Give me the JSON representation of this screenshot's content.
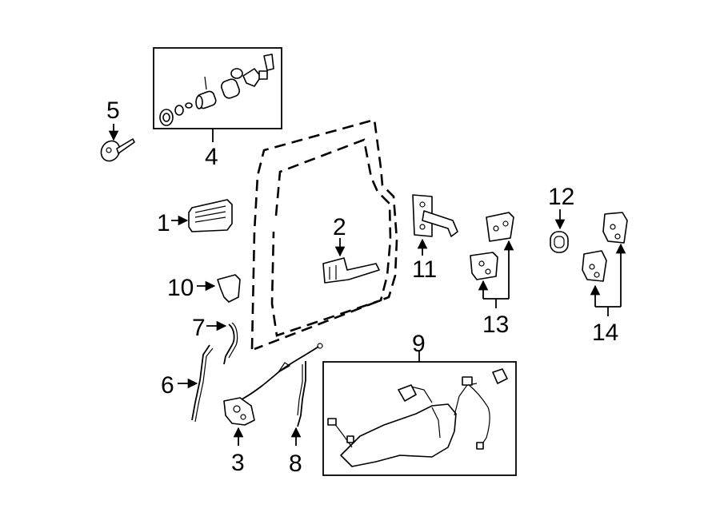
{
  "callouts": {
    "c1": "1",
    "c2": "2",
    "c3": "3",
    "c4": "4",
    "c5": "5",
    "c6": "6",
    "c7": "7",
    "c8": "8",
    "c9": "9",
    "c10": "10",
    "c11": "11",
    "c12": "12",
    "c13": "13",
    "c14": "14"
  }
}
